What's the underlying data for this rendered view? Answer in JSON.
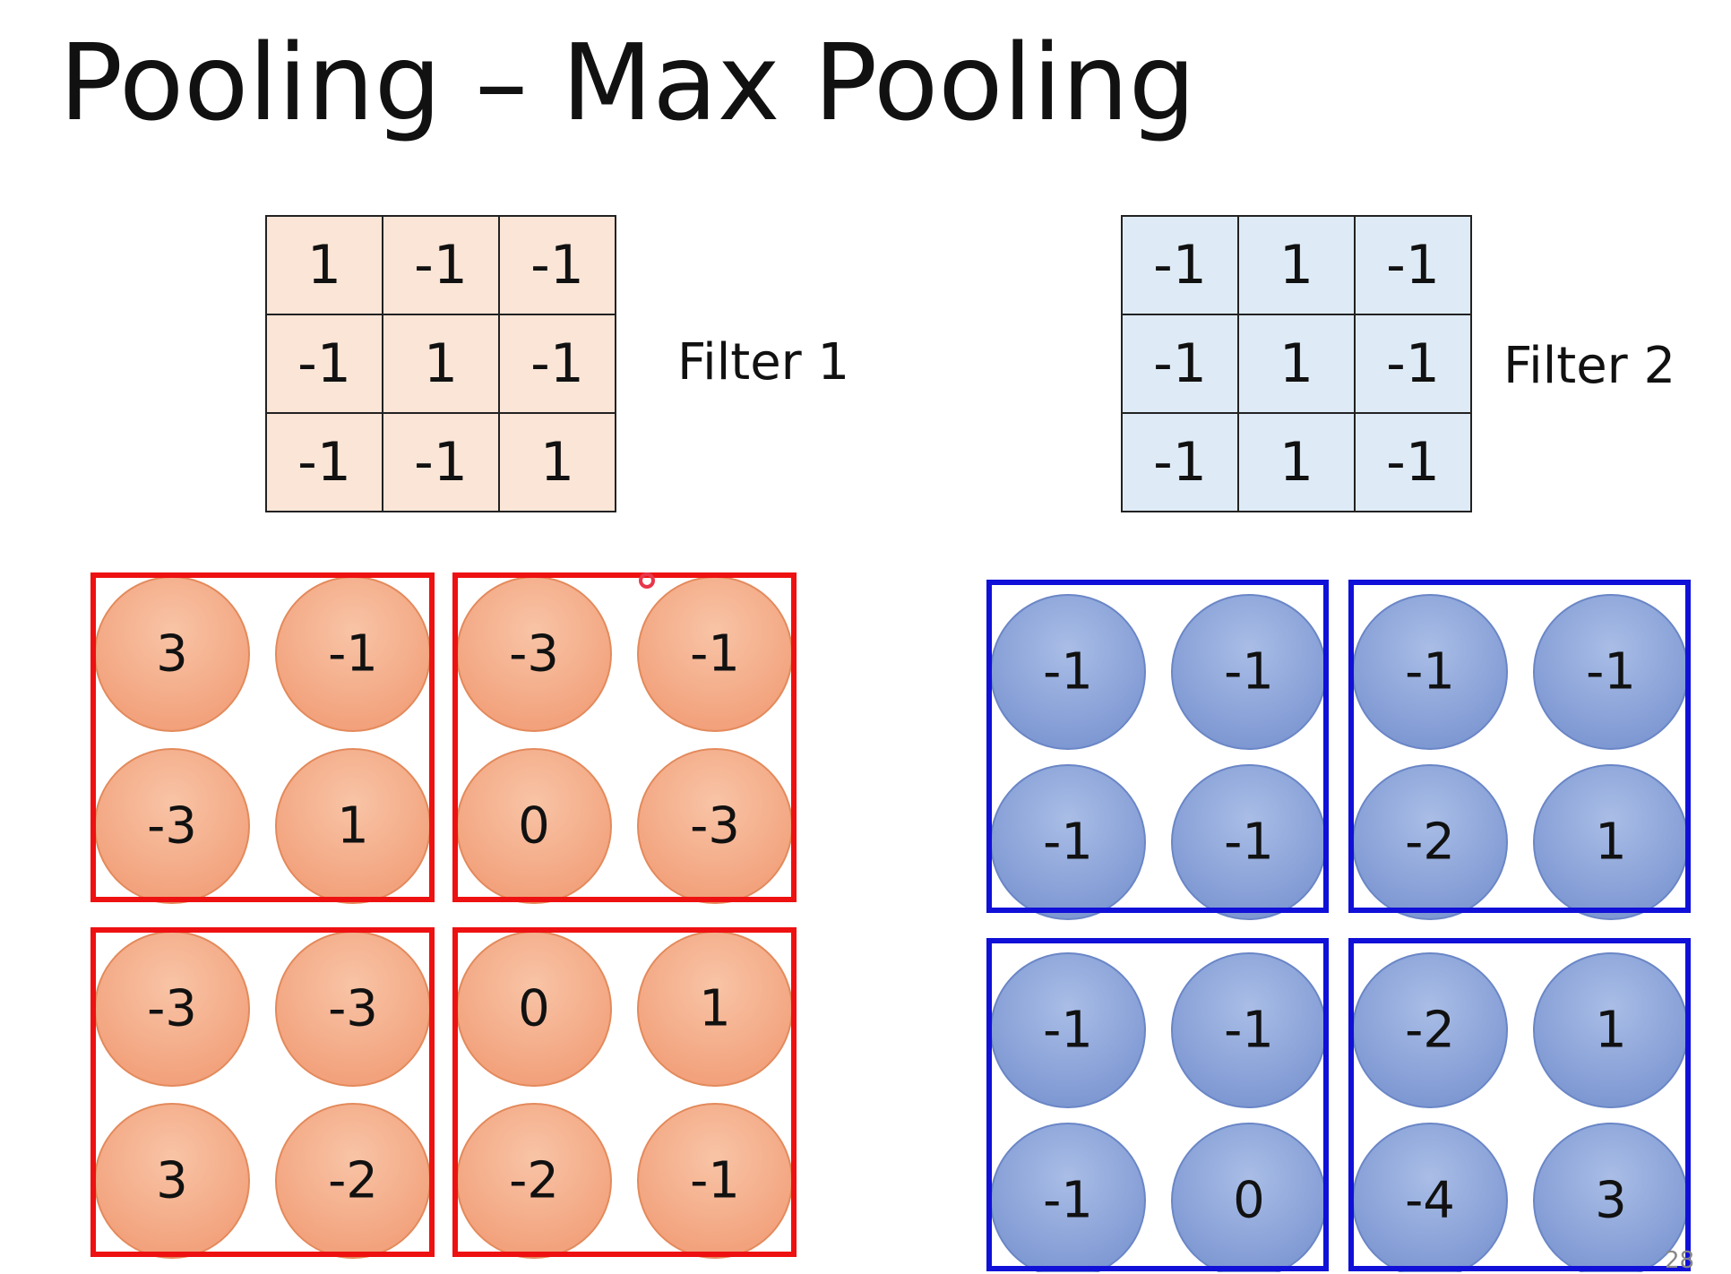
{
  "title": "Pooling – Max Pooling",
  "filters": [
    {
      "label": "Filter 1",
      "values": [
        [
          "1",
          "-1",
          "-1"
        ],
        [
          "-1",
          "1",
          "-1"
        ],
        [
          "-1",
          "-1",
          "1"
        ]
      ],
      "fill_color": "#fbe5d6"
    },
    {
      "label": "Filter 2",
      "values": [
        [
          "-1",
          "1",
          "-1"
        ],
        [
          "-1",
          "1",
          "-1"
        ],
        [
          "-1",
          "1",
          "-1"
        ]
      ],
      "fill_color": "#deebf7"
    }
  ],
  "feature_maps": [
    {
      "name": "filter-1-output",
      "pool_color": "#ee1111",
      "circle_color": "#f4a582",
      "values": [
        [
          "3",
          "-1",
          "-3",
          "-1"
        ],
        [
          "-3",
          "1",
          "0",
          "-3"
        ],
        [
          "-3",
          "-3",
          "0",
          "1"
        ],
        [
          "3",
          "-2",
          "-2",
          "-1"
        ]
      ]
    },
    {
      "name": "filter-2-output",
      "pool_color": "#1010d8",
      "circle_color": "#8fa7d8",
      "values": [
        [
          "-1",
          "-1",
          "-1",
          "-1"
        ],
        [
          "-1",
          "-1",
          "-2",
          "1"
        ],
        [
          "-1",
          "-1",
          "-2",
          "1"
        ],
        [
          "-1",
          "0",
          "-4",
          "3"
        ]
      ]
    }
  ],
  "page_number": "28"
}
